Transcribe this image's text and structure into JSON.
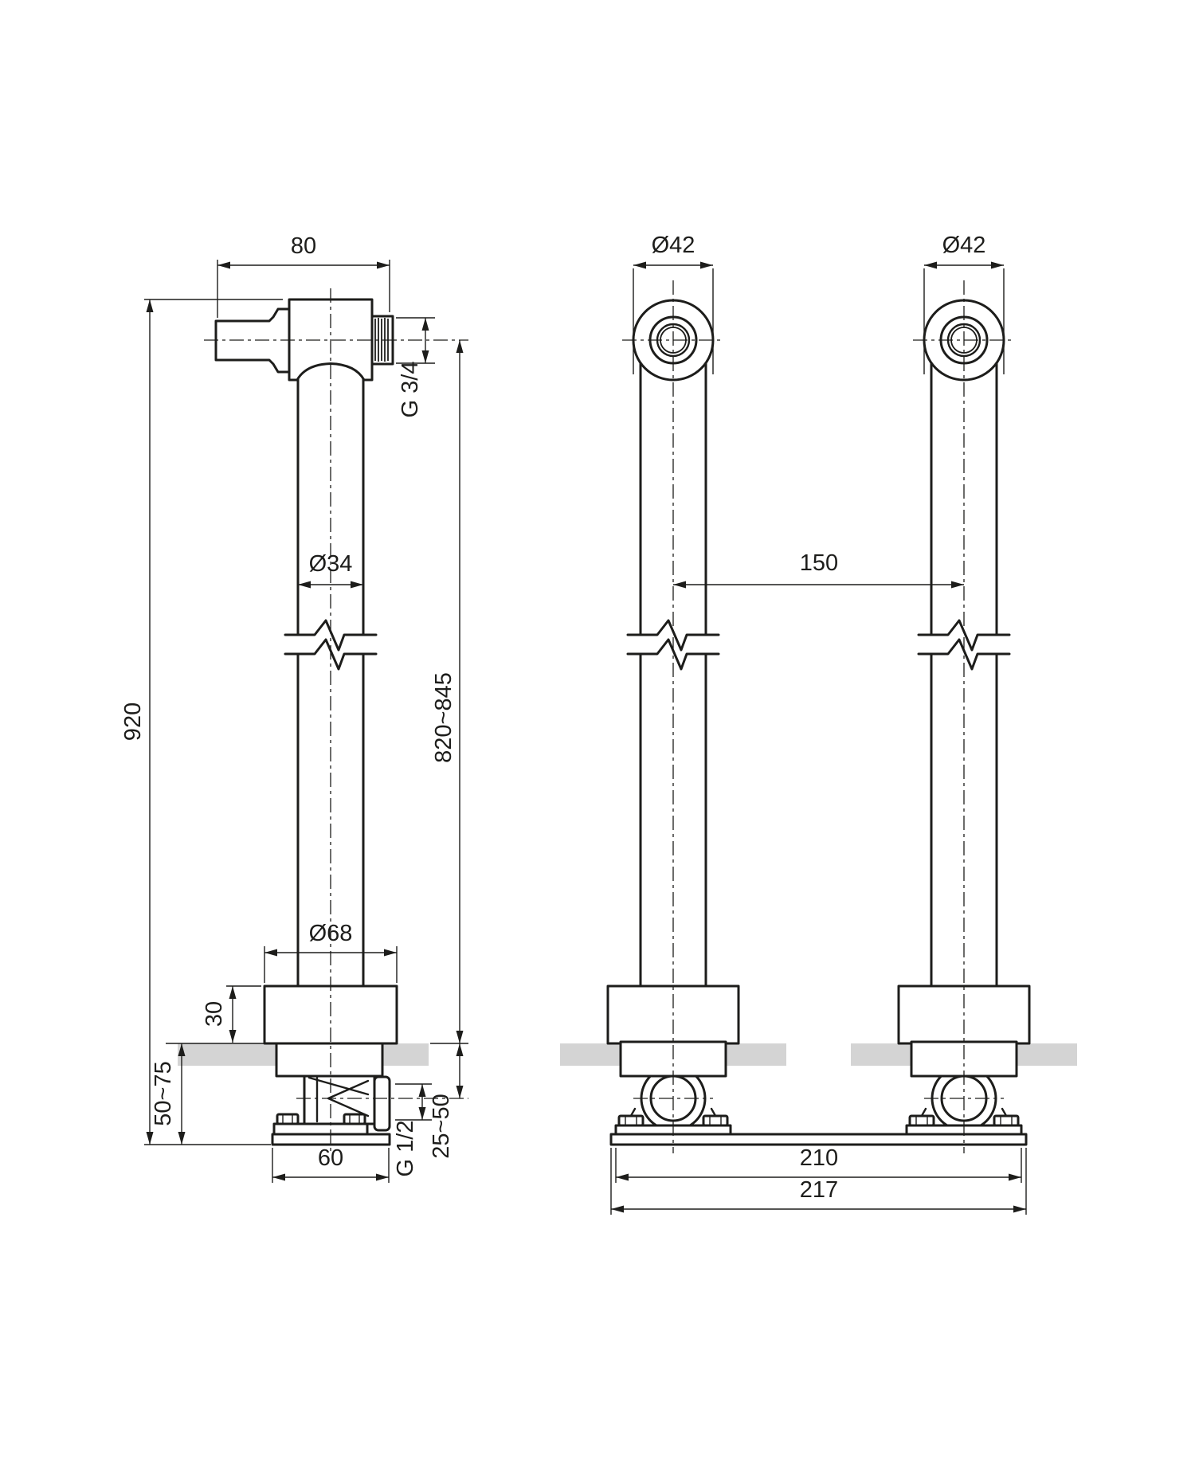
{
  "drawing": {
    "type": "technical-installation-drawing",
    "views": [
      "side-view",
      "front-view"
    ],
    "colors": {
      "line": "#1d1d1b",
      "floor": "#d4d4d4",
      "bg": "#ffffff"
    }
  },
  "dims": {
    "top_width": "80",
    "top_outlet_thread": "G 3/4",
    "pipe_diameter": "Ø34",
    "total_height": "920",
    "outlet_height_range": "820~845",
    "collar_diameter": "Ø68",
    "collar_height": "30",
    "floor_depth_range": "50~75",
    "base_width": "60",
    "inlet_thread": "G 1/2",
    "inlet_depth_range": "25~50",
    "column_dia_left": "Ø42",
    "column_dia_right": "Ø42",
    "pipe_spacing": "150",
    "foot_spacing": "210",
    "rail_length": "217"
  }
}
